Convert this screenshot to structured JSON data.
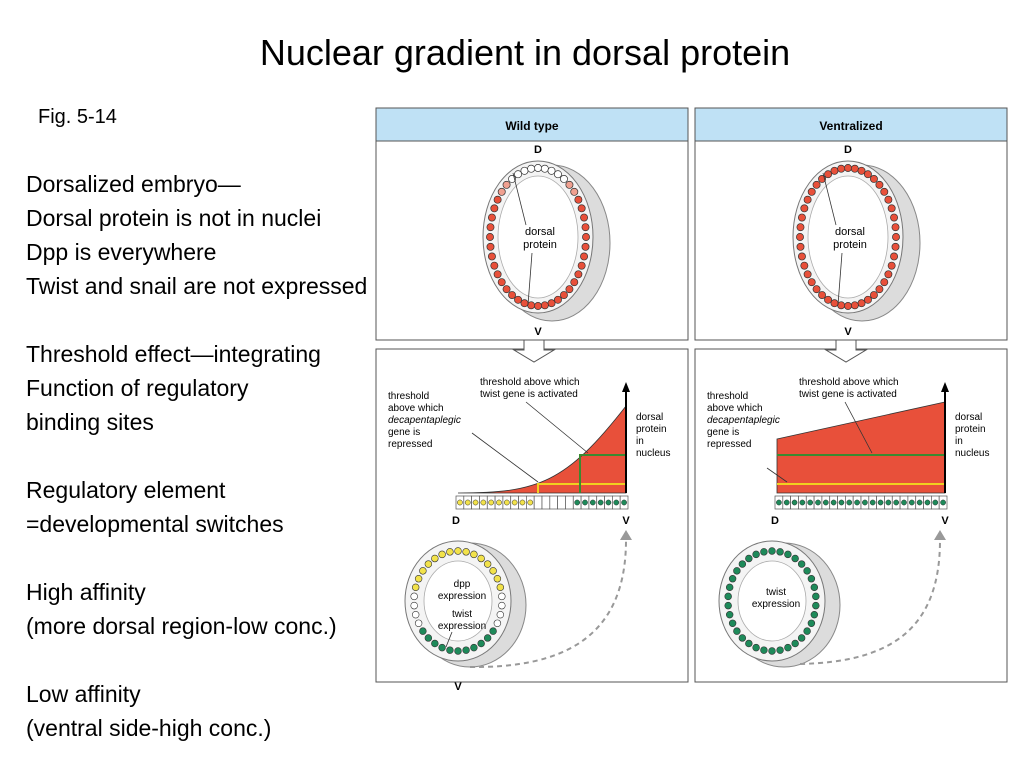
{
  "slide": {
    "title": "Nuclear gradient in dorsal protein",
    "fig_label": "Fig. 5-14",
    "notes": [
      "Dorsalized embryo—",
      "Dorsal protein is not in nuclei",
      "Dpp is everywhere",
      "Twist and snail are not expressed",
      "",
      "Threshold effect—integrating",
      "Function of regulatory",
      "binding sites",
      "",
      "Regulatory element",
      "=developmental switches",
      "",
      "High affinity",
      "(more dorsal region-low conc.)",
      "",
      "Low affinity",
      "(ventral side-high conc.)"
    ]
  },
  "figure": {
    "colors": {
      "header_bg": "#bfe1f5",
      "gradient_fill": "#e8503a",
      "nucleus_red": "#e8503a",
      "dpp_yellow": "#f2e24a",
      "twist_green": "#1e8a5a",
      "threshold_yellow": "#f0d020",
      "threshold_green": "#3a8a30"
    },
    "panels": [
      {
        "header": "Wild type",
        "axis_D": "D",
        "axis_V": "V",
        "embryo_label": [
          "dorsal",
          "protein"
        ],
        "threshold_low_label": [
          "threshold",
          "above which",
          "decapentaplegic",
          "gene is",
          "repressed"
        ],
        "threshold_high_label": [
          "threshold above which",
          "twist gene is activated"
        ],
        "y_axis_label": [
          "dorsal",
          "protein",
          "in",
          "nucleus"
        ],
        "bottom_D": "D",
        "bottom_V": "V",
        "expr_labels": [
          "dpp",
          "expression",
          "twist",
          "expression"
        ],
        "bottom_embryo_V": "V"
      },
      {
        "header": "Ventralized",
        "axis_D": "D",
        "axis_V": "V",
        "embryo_label": [
          "dorsal",
          "protein"
        ],
        "threshold_low_label": [
          "threshold",
          "above which",
          "decapentaplegic",
          "gene is",
          "repressed"
        ],
        "threshold_high_label": [
          "threshold above which",
          "twist gene is activated"
        ],
        "y_axis_label": [
          "dorsal",
          "protein",
          "in",
          "nucleus"
        ],
        "bottom_D": "D",
        "bottom_V": "V",
        "expr_labels": [
          "twist",
          "expression"
        ]
      }
    ]
  }
}
